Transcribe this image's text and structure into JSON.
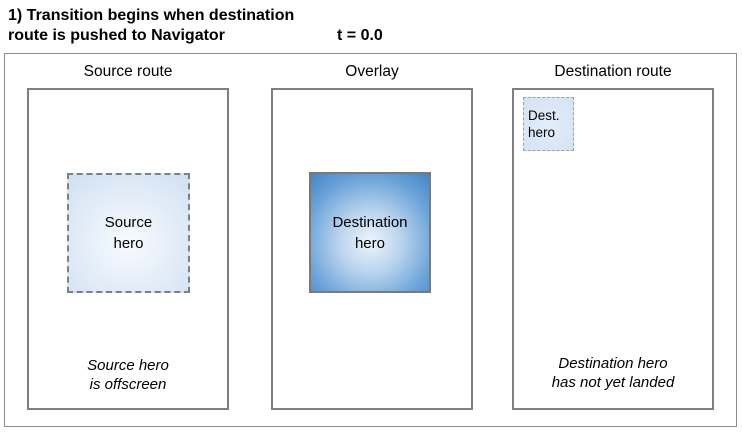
{
  "header": {
    "title_line1": "1) Transition begins when destination",
    "title_line2": "route is pushed to Navigator",
    "time_label": "t = 0.0"
  },
  "panels": [
    {
      "label": "Source route",
      "hero": {
        "line1": "Source",
        "line2": "hero"
      },
      "caption": {
        "line1": "Source hero",
        "line2": "is offscreen"
      }
    },
    {
      "label": "Overlay",
      "hero": {
        "line1": "Destination",
        "line2": "hero"
      }
    },
    {
      "label": "Destination route",
      "hero": {
        "line1": "Dest.",
        "line2": "hero"
      },
      "caption": {
        "line1": "Destination hero",
        "line2": "has not yet landed"
      }
    }
  ],
  "colors": {
    "frame_border": "#8c8c8c",
    "panel_border": "#7f7f7f",
    "hero_blue_edge": "#4285c6",
    "hero_blue_center": "#eef5fc",
    "hero_light_edge": "#cfe0f2",
    "hero_light_center": "#f8fbfe",
    "text": "#000000",
    "background": "#ffffff"
  }
}
